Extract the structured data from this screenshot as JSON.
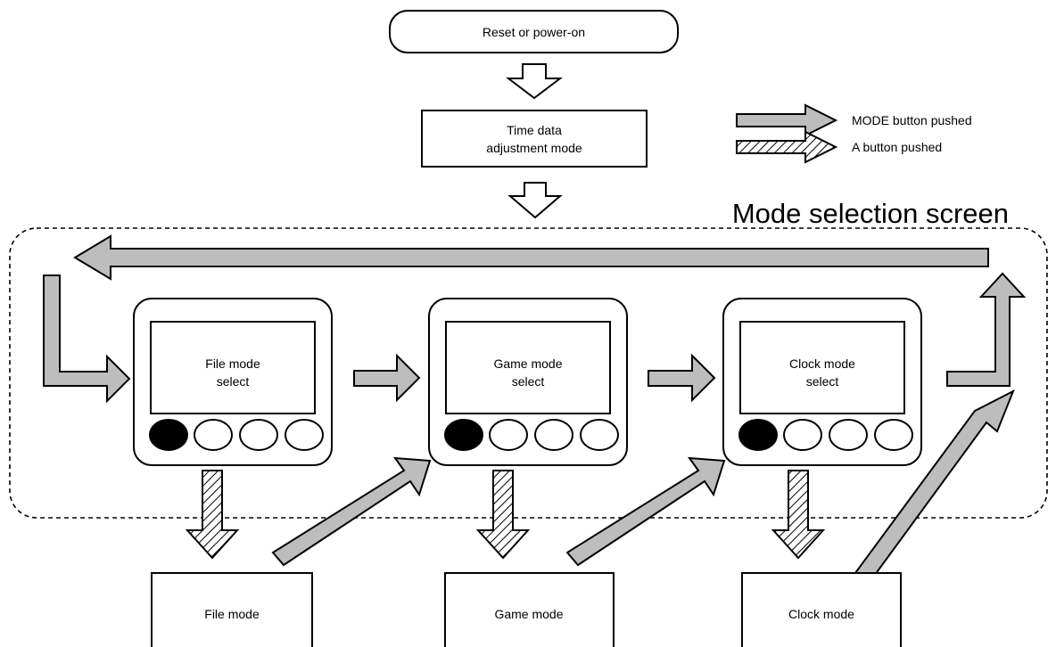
{
  "start_node": {
    "label": "Reset or power-on"
  },
  "adjust_node": {
    "line1": "Time data",
    "line2": "adjustment mode"
  },
  "legend": {
    "mode_label": "MODE button pushed",
    "a_label": "A button pushed"
  },
  "region_title": "Mode selection screen",
  "screens": [
    {
      "line1": "File mode",
      "line2": "select"
    },
    {
      "line1": "Game mode",
      "line2": "select"
    },
    {
      "line1": "Clock mode",
      "line2": "select"
    }
  ],
  "modes": [
    {
      "label": "File mode"
    },
    {
      "label": "Game mode"
    },
    {
      "label": "Clock mode"
    }
  ],
  "colors": {
    "mode_arrow_fill": "#bdbdbd",
    "outline": "#000000",
    "background": "#ffffff"
  }
}
